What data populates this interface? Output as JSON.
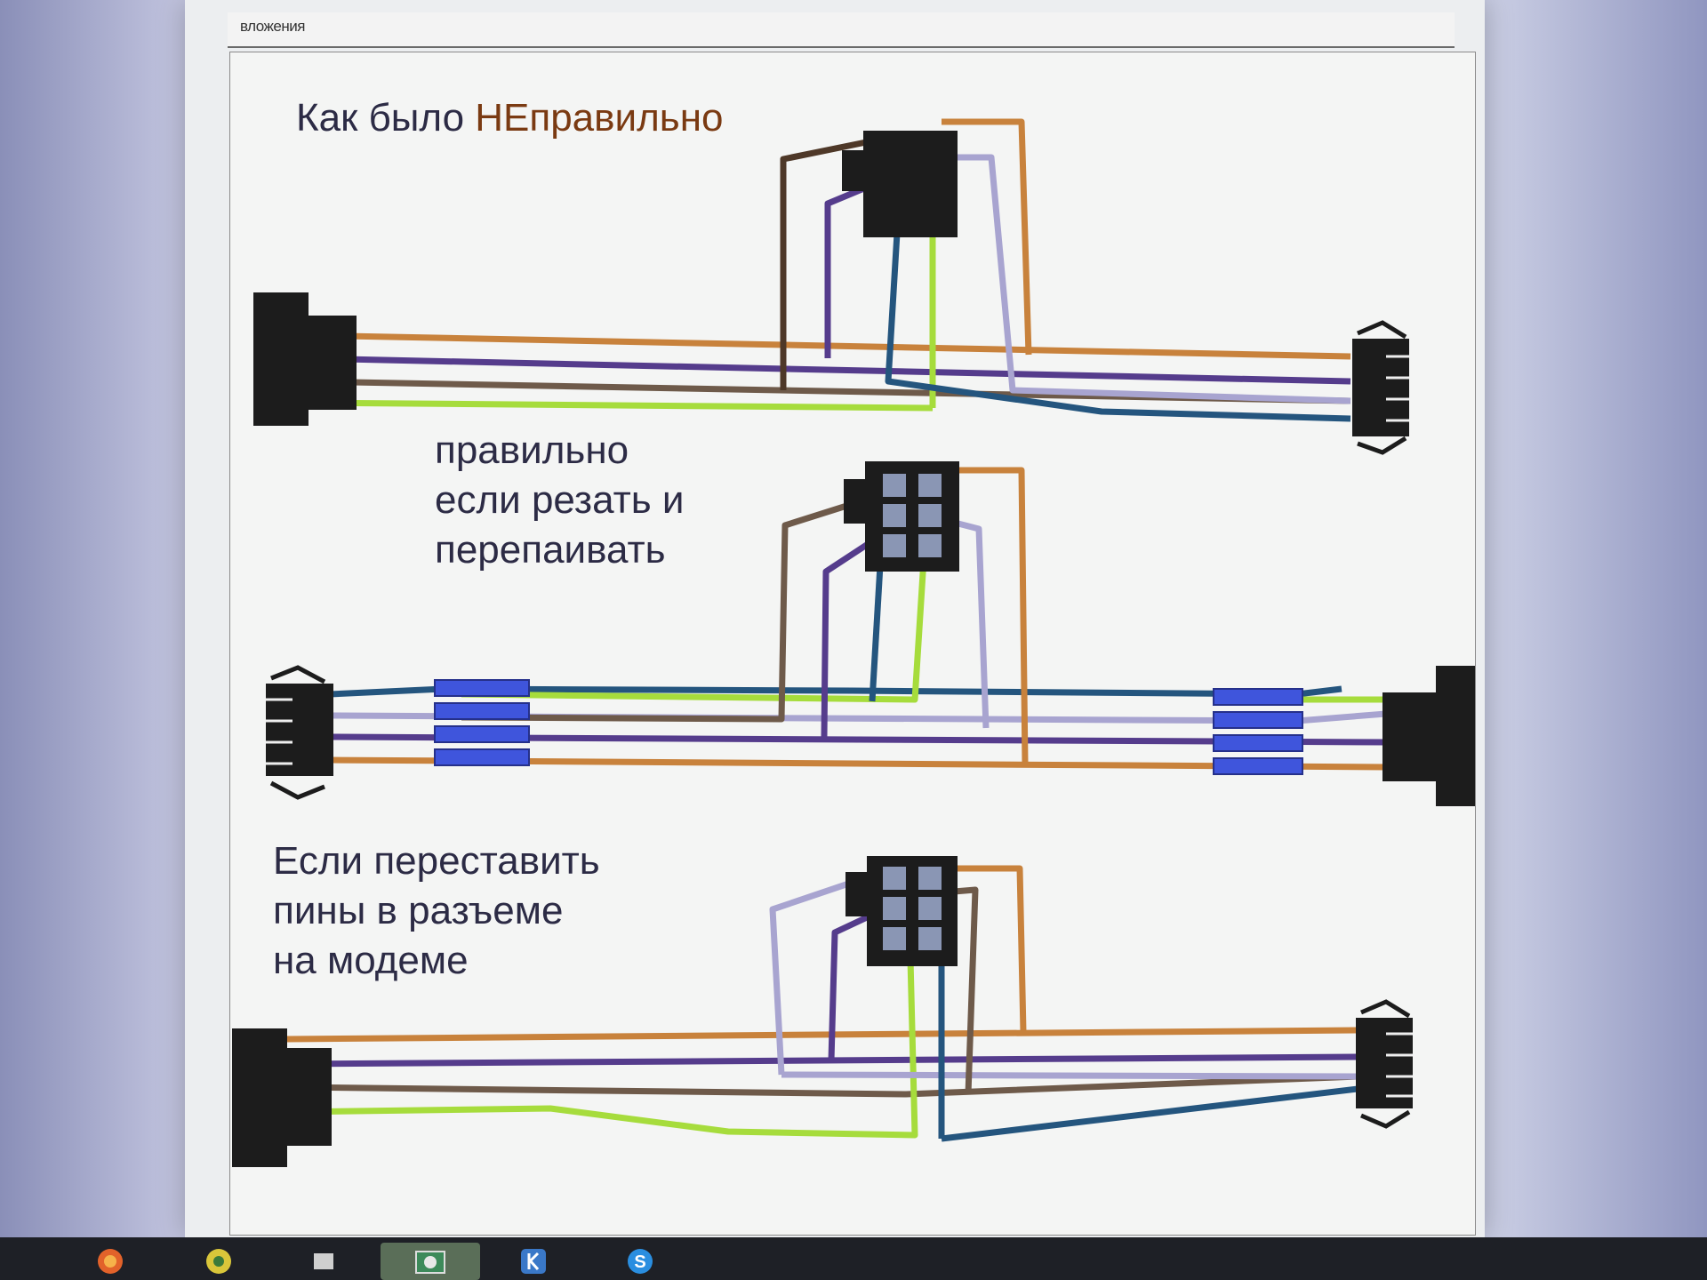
{
  "window": {
    "tab_label": "вложения"
  },
  "diagram": {
    "label_wrong": "Как было ",
    "label_wrong_highlight": "НЕправильно",
    "label_correct_lines": [
      "правильно",
      "если резать и",
      "перепаивать"
    ],
    "label_pins_lines": [
      "Если переставить",
      "пины в разъеме",
      "на модеме"
    ]
  },
  "wire_colors": {
    "orange": "#c8823c",
    "purple": "#553c8c",
    "brown": "#6e5a4a",
    "green": "#a6dc3c",
    "lavender": "#a8a4d0",
    "teal": "#24557e",
    "dark_brown": "#4e3828",
    "connector": "#1c1c1c",
    "splice": "#3f55dc",
    "pin": "#8a96b4"
  },
  "taskbar": {
    "icons": [
      "browser-icon",
      "chrome-icon",
      "app-icon",
      "image-viewer-icon",
      "k-app-icon",
      "skype-icon"
    ]
  }
}
